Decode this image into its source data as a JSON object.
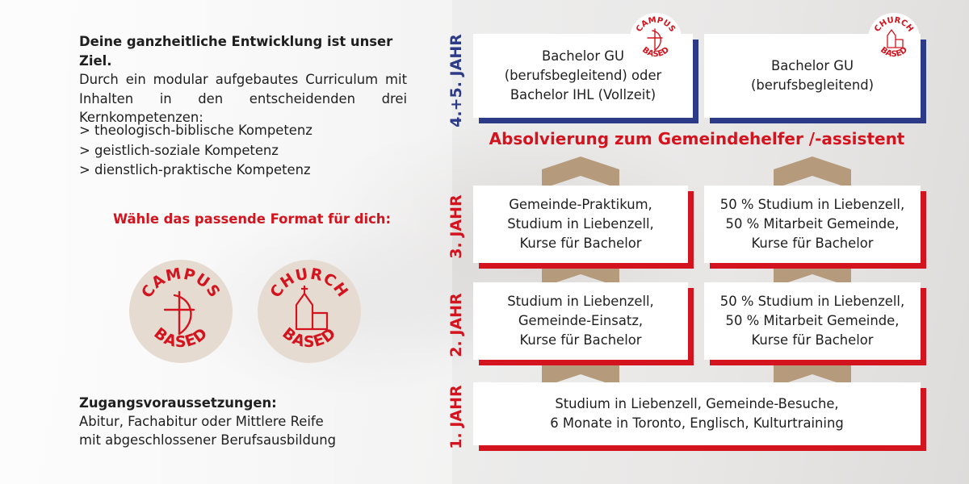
{
  "intro": {
    "headline": "Deine ganzheitliche Entwicklung ist unser Ziel.",
    "body": "Durch ein modular aufgebautes Curriculum mit Inhalten in den entscheidenden drei Kernkompetenzen:"
  },
  "competencies": [
    "> theologisch-biblische Kompetenz",
    "> geistlich-soziale Kompetenz",
    "> dienstlich-praktische Kompetenz"
  ],
  "format_heading": "Wähle das passende Format für dich:",
  "badges": {
    "campus": {
      "top": "CAMPUS",
      "bottom": "BASED",
      "icon": "cross-icon"
    },
    "church": {
      "top": "CHURCH",
      "bottom": "BASED",
      "icon": "church-icon"
    }
  },
  "access": {
    "heading": "Zugangsvoraussetzungen:",
    "line1": "Abitur, Fachabitur oder Mittlere Reife",
    "line2": "mit abgeschlossener Berufsausbildung"
  },
  "years": {
    "y45": "4.+5. JAHR",
    "y3": "3. JAHR",
    "y2": "2. JAHR",
    "y1": "1. JAHR"
  },
  "boxes": {
    "y45_campus": "Bachelor GU\n(berufsbegleitend) oder\nBachelor IHL (Vollzeit)",
    "y45_church": "Bachelor GU\n(berufsbegleitend)",
    "y3_campus": "Gemeinde-Praktikum,\nStudium in Liebenzell,\nKurse für Bachelor",
    "y3_church": "50 % Studium in Liebenzell,\n50 % Mitarbeit Gemeinde,\nKurse für Bachelor",
    "y2_campus": "Studium in Liebenzell,\nGemeinde-Einsatz,\nKurse für Bachelor",
    "y2_church": "50 % Studium in Liebenzell,\n50 % Mitarbeit Gemeinde,\nKurse für Bachelor",
    "y1": "Studium in Liebenzell, Gemeinde-Besuche,\n6 Monate in Toronto, Englisch, Kulturtraining"
  },
  "milestone": "Absolvierung zum Gemeindehelfer /-assistent",
  "colors": {
    "red": "#d3141e",
    "blue": "#2d3a88",
    "badge_bg": "#e6dbd1",
    "chevron": "#b59b7c"
  }
}
